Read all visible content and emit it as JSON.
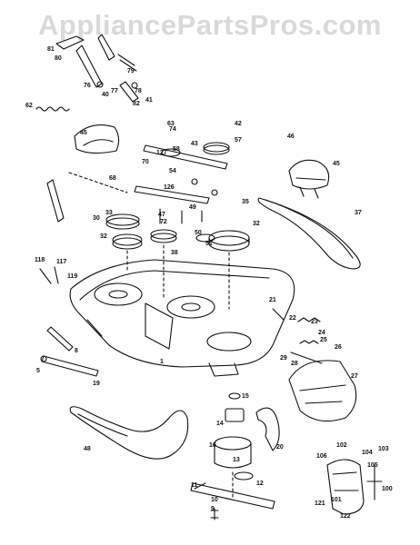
{
  "watermark": "AppliancePartsPros.com",
  "parts": [
    {
      "id": "p81",
      "label": "81"
    },
    {
      "id": "p80",
      "label": "80"
    },
    {
      "id": "p76",
      "label": "76"
    },
    {
      "id": "p79",
      "label": "79"
    },
    {
      "id": "p78",
      "label": "78"
    },
    {
      "id": "p77",
      "label": "77"
    },
    {
      "id": "p62",
      "label": "62"
    },
    {
      "id": "p40a",
      "label": "40"
    },
    {
      "id": "p41a",
      "label": "41"
    },
    {
      "id": "p82",
      "label": "82"
    },
    {
      "id": "p45a",
      "label": "45"
    },
    {
      "id": "p63",
      "label": "63"
    },
    {
      "id": "p74",
      "label": "74"
    },
    {
      "id": "p42a",
      "label": "42"
    },
    {
      "id": "p43a",
      "label": "43"
    },
    {
      "id": "p57",
      "label": "57"
    },
    {
      "id": "p58",
      "label": "58"
    },
    {
      "id": "p127",
      "label": "127"
    },
    {
      "id": "p46",
      "label": "46"
    },
    {
      "id": "p45b",
      "label": "45"
    },
    {
      "id": "p70",
      "label": "70"
    },
    {
      "id": "p68",
      "label": "68"
    },
    {
      "id": "p54",
      "label": "54"
    },
    {
      "id": "p126",
      "label": "126"
    },
    {
      "id": "p47",
      "label": "47"
    },
    {
      "id": "p33",
      "label": "33"
    },
    {
      "id": "p30a",
      "label": "30"
    },
    {
      "id": "p32a",
      "label": "32"
    },
    {
      "id": "p49",
      "label": "49"
    },
    {
      "id": "p72",
      "label": "72"
    },
    {
      "id": "p35",
      "label": "35"
    },
    {
      "id": "p38",
      "label": "38"
    },
    {
      "id": "p32b",
      "label": "32"
    },
    {
      "id": "p50",
      "label": "50"
    },
    {
      "id": "p51",
      "label": "51"
    },
    {
      "id": "p118",
      "label": "118"
    },
    {
      "id": "p117",
      "label": "117"
    },
    {
      "id": "p119",
      "label": "119"
    },
    {
      "id": "p21a",
      "label": "21"
    },
    {
      "id": "p22",
      "label": "22"
    },
    {
      "id": "p23",
      "label": "23"
    },
    {
      "id": "p24",
      "label": "24"
    },
    {
      "id": "p25",
      "label": "25"
    },
    {
      "id": "p26",
      "label": "26"
    },
    {
      "id": "p27",
      "label": "27"
    },
    {
      "id": "p28",
      "label": "28"
    },
    {
      "id": "p29",
      "label": "29"
    },
    {
      "id": "p37",
      "label": "37"
    },
    {
      "id": "p1",
      "label": "1"
    },
    {
      "id": "p5",
      "label": "5"
    },
    {
      "id": "p8",
      "label": "8"
    },
    {
      "id": "p15",
      "label": "15"
    },
    {
      "id": "p16",
      "label": "16"
    },
    {
      "id": "p14",
      "label": "14"
    },
    {
      "id": "p13",
      "label": "13"
    },
    {
      "id": "p12",
      "label": "12"
    },
    {
      "id": "p11",
      "label": "11"
    },
    {
      "id": "p10",
      "label": "10"
    },
    {
      "id": "p9",
      "label": "9"
    },
    {
      "id": "p20",
      "label": "20"
    },
    {
      "id": "p19",
      "label": "19"
    },
    {
      "id": "p48",
      "label": "48"
    },
    {
      "id": "p100",
      "label": "100"
    },
    {
      "id": "p101",
      "label": "101"
    },
    {
      "id": "p102",
      "label": "102"
    },
    {
      "id": "p103",
      "label": "103"
    },
    {
      "id": "p104",
      "label": "104"
    },
    {
      "id": "p105",
      "label": "105"
    },
    {
      "id": "p106",
      "label": "106"
    },
    {
      "id": "p121",
      "label": "121"
    },
    {
      "id": "p122",
      "label": "122"
    }
  ]
}
